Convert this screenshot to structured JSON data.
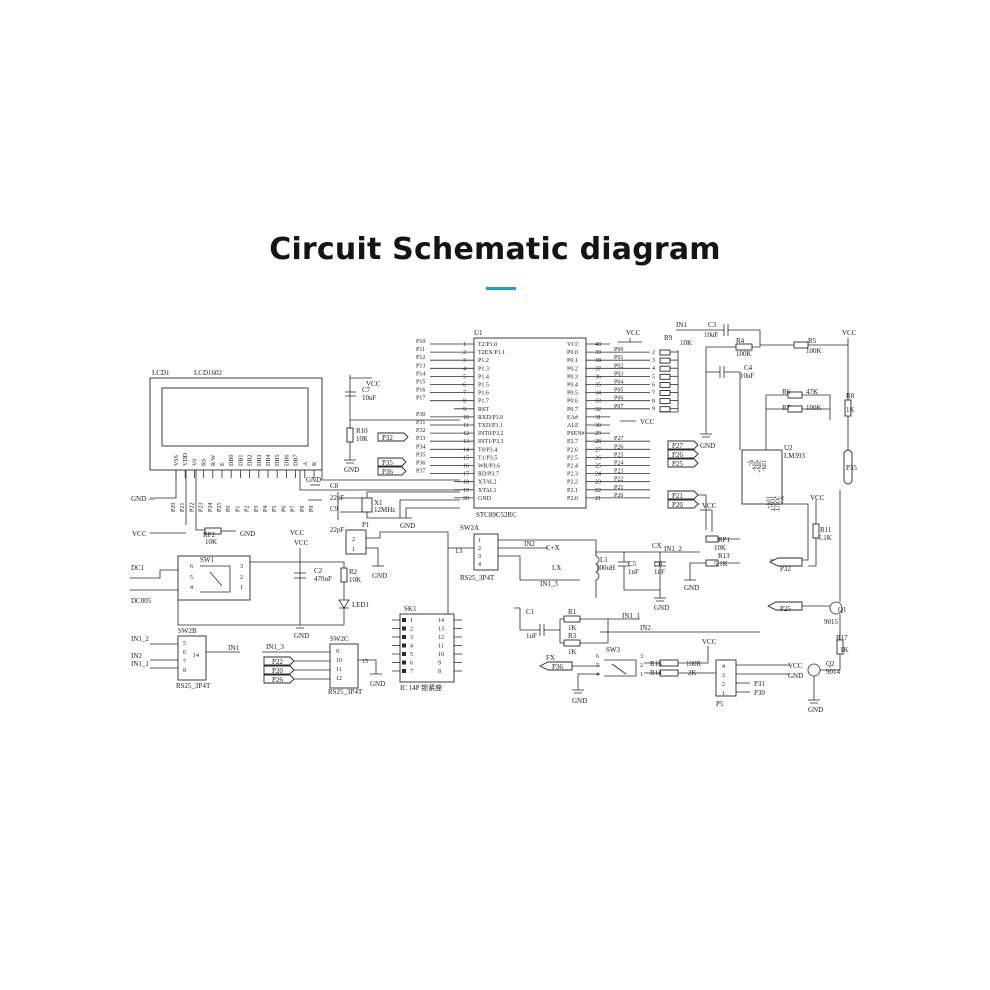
{
  "header": {
    "title": "Circuit Schematic diagram",
    "accent_color": "#1aa3b5"
  },
  "mcu": {
    "ref": "U1",
    "part": "STC89C52RC",
    "left_pins": [
      "T2/P1.0",
      "T2EX/P1.1",
      "P1.2",
      "P1.3",
      "P1.4",
      "P1.5",
      "P1.6",
      "P1.7",
      "RST",
      "RXD/P3.0",
      "TXD/P3.1",
      "INT0/P3.2",
      "INT1/P3.3",
      "T0/P3.4",
      "T1/P3.5",
      "WR/P3.6",
      "RD/P3.7",
      "XTAL2",
      "XTAL1",
      "GND"
    ],
    "left_nums": [
      "1",
      "2",
      "3",
      "4",
      "5",
      "6",
      "7",
      "8",
      "9",
      "10",
      "11",
      "12",
      "13",
      "14",
      "15",
      "16",
      "17",
      "18",
      "19",
      "20"
    ],
    "left_nets": [
      "P10",
      "P11",
      "P12",
      "P13",
      "P14",
      "P15",
      "P16",
      "P17",
      "",
      "P30",
      "P31",
      "P32",
      "P33",
      "P34",
      "P35",
      "P36",
      "P37",
      "",
      "",
      ""
    ],
    "right_pins": [
      "VCC",
      "P0.0",
      "P0.1",
      "P0.2",
      "P0.3",
      "P0.4",
      "P0.5",
      "P0.6",
      "P0.7",
      "EA#",
      "ALE",
      "PSEN#",
      "P2.7",
      "P2.6",
      "P2.5",
      "P2.4",
      "P2.3",
      "P2.2",
      "P2.1",
      "P2.0"
    ],
    "right_nums": [
      "40",
      "39",
      "38",
      "37",
      "36",
      "35",
      "34",
      "33",
      "32",
      "31",
      "30",
      "29",
      "28",
      "27",
      "26",
      "25",
      "24",
      "23",
      "22",
      "21"
    ],
    "right_nets": [
      "",
      "P00",
      "P01",
      "P02",
      "P03",
      "P04",
      "P05",
      "P06",
      "P07",
      "",
      "",
      "",
      "P27",
      "P26",
      "P25",
      "P24",
      "P23",
      "P22",
      "P21",
      "P20"
    ]
  },
  "lcd": {
    "ref": "LCD1",
    "part": "LCD1602",
    "pins": [
      "VSS",
      "VDD",
      "V0",
      "RS",
      "R/W",
      "E",
      "DB0",
      "DB1",
      "DB2",
      "DB3",
      "DB4",
      "DB5",
      "DB6",
      "DB7",
      "A",
      "K"
    ]
  },
  "labels": {
    "vcc": "VCC",
    "gnd": "GND",
    "gnd_left": "GND —",
    "r9": "R9",
    "r9_val": "10K",
    "c3": "C3",
    "c3_val": "10uF",
    "c4": "C4",
    "c4_val": "10uF",
    "in1": "IN1",
    "in2": "IN2",
    "in1_2": "IN1_2",
    "in1_1": "IN1_1",
    "in1_3": "IN1_3",
    "r4": "R4",
    "r4_val": "100K",
    "r5": "R5",
    "r5_val": "100K",
    "r6": "R6",
    "r6_val": "47K",
    "r7": "R7",
    "r7_val": "100K",
    "r8": "R8",
    "r8_val": "1K",
    "u2": "U2",
    "u2_part": "LM393",
    "u2_pins": [
      "V-",
      "2IN-",
      "2IN+",
      "1IN-",
      "1IN+",
      "1OUT",
      "2OUT",
      "V+"
    ],
    "p35": "P35",
    "c7": "C7",
    "c7_val": "10uF",
    "r10": "R10",
    "r10_val": "10K",
    "c8": "C8",
    "c8_val": "22pF",
    "c9": "C9",
    "c9_val": "22pF",
    "x1": "X1",
    "x1_val": "12MHz",
    "p1": "P1",
    "rp2": "RP2",
    "rp2_val": "10K",
    "dc1": "DC1",
    "dc005": "DC005",
    "sw1": "SW1",
    "c2": "C2",
    "c2_val": "470uF",
    "r2": "R2",
    "r2_val": "10K",
    "led1": "LED1",
    "sw2a": "SW2A",
    "sw2a_part": "RS25_3P4T",
    "sw2a_num": "13",
    "cx": "C+X",
    "lx": "LX",
    "cx2": "CX",
    "l1": "L1",
    "l1_val": "100uH",
    "c5": "C5",
    "c5_val": "1nF",
    "c6": "C6",
    "c6_val": "1nF",
    "rp1": "RP1",
    "rp1_val": "10K",
    "r13": "R13",
    "r13_val": "5.1K",
    "r11": "R11",
    "r11_val": "5.1K",
    "p32": "P32",
    "p25": "P25",
    "q1": "Q1",
    "q1_part": "9015",
    "r17": "R17",
    "r17_val": "1K",
    "q2": "Q2",
    "q2_part": "9014",
    "c1": "C1",
    "c1_val": "1uF",
    "r1": "R1",
    "r1_val": "1K",
    "r3": "R3",
    "r3_val": "1K",
    "fx": "FX",
    "p36": "P36",
    "sw3": "SW3",
    "r16": "R16",
    "r16_val": "100R",
    "r14": "R14",
    "r14_val": "2K",
    "p5": "P5",
    "p31": "P31",
    "p30": "P30",
    "sw2b": "SW2B",
    "sw2b_part": "RS25_3P4T",
    "sw2b_num": "14",
    "sw2c": "SW2C",
    "sw2c_part": "RS25_3P4T",
    "sw2c_num": "15",
    "sk1": "SK1",
    "sk1_part": "IC 14P 锁紧座",
    "p22": "P22",
    "p20": "P20",
    "p26": "P26",
    "p27": "P27",
    "p21": "P21"
  }
}
